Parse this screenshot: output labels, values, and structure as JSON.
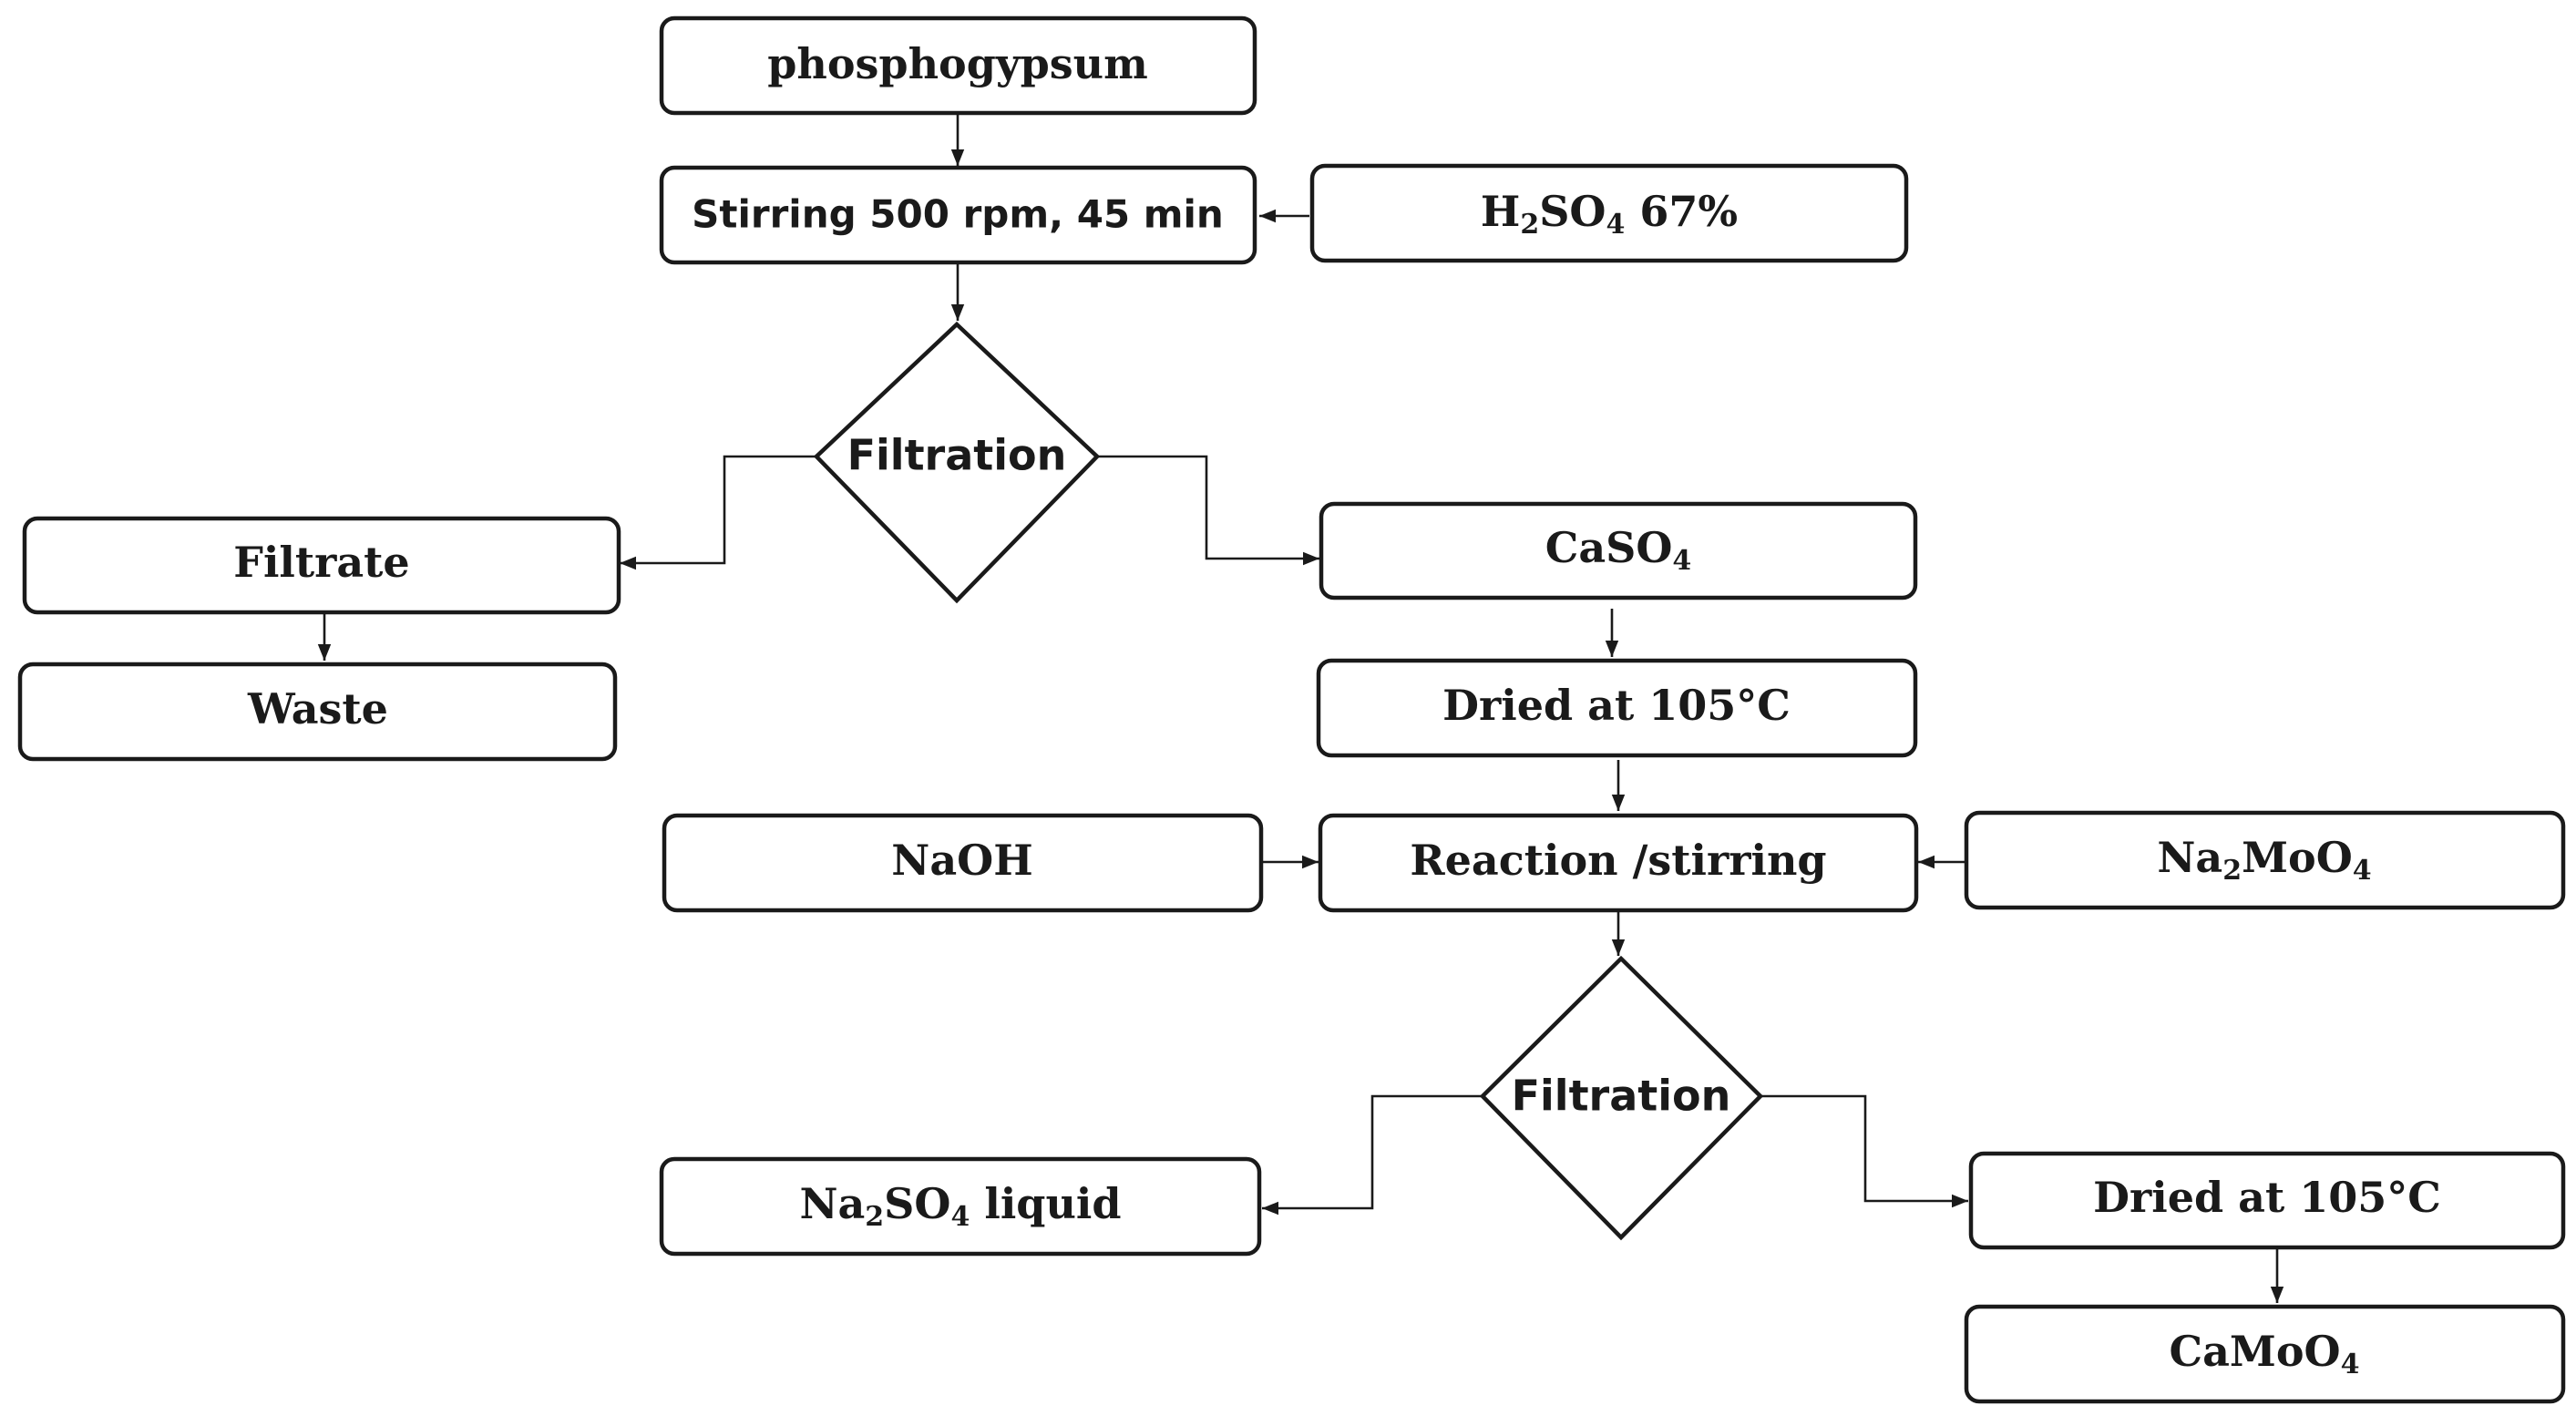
{
  "colors": {
    "stroke": "#1a1a1a",
    "background": "#ffffff"
  },
  "nodes": {
    "phosphogypsum": "phosphogypsum",
    "stirring": "Stirring 500 rpm, 45 min",
    "h2so4": {
      "a": "H",
      "sub1": "2",
      "b": "SO",
      "sub2": "4",
      "c": " 67%"
    },
    "filtration_1": "Filtration",
    "filtrate": "Filtrate",
    "waste": "Waste",
    "caso4": {
      "a": "CaSO",
      "sub": "4"
    },
    "dried_1": "Dried at 105°C",
    "naoh": "NaOH",
    "reaction": "Reaction /stirring",
    "na2moo4": {
      "a": "Na",
      "sub1": "2",
      "b": "MoO",
      "sub2": "4"
    },
    "filtration_2": "Filtration",
    "na2so4": {
      "a": "Na",
      "sub1": "2",
      "b": "SO",
      "sub2": "4",
      "c": " liquid"
    },
    "dried_2": "Dried at 105°C",
    "camoo4": {
      "a": "CaMoO",
      "sub": "4"
    }
  }
}
